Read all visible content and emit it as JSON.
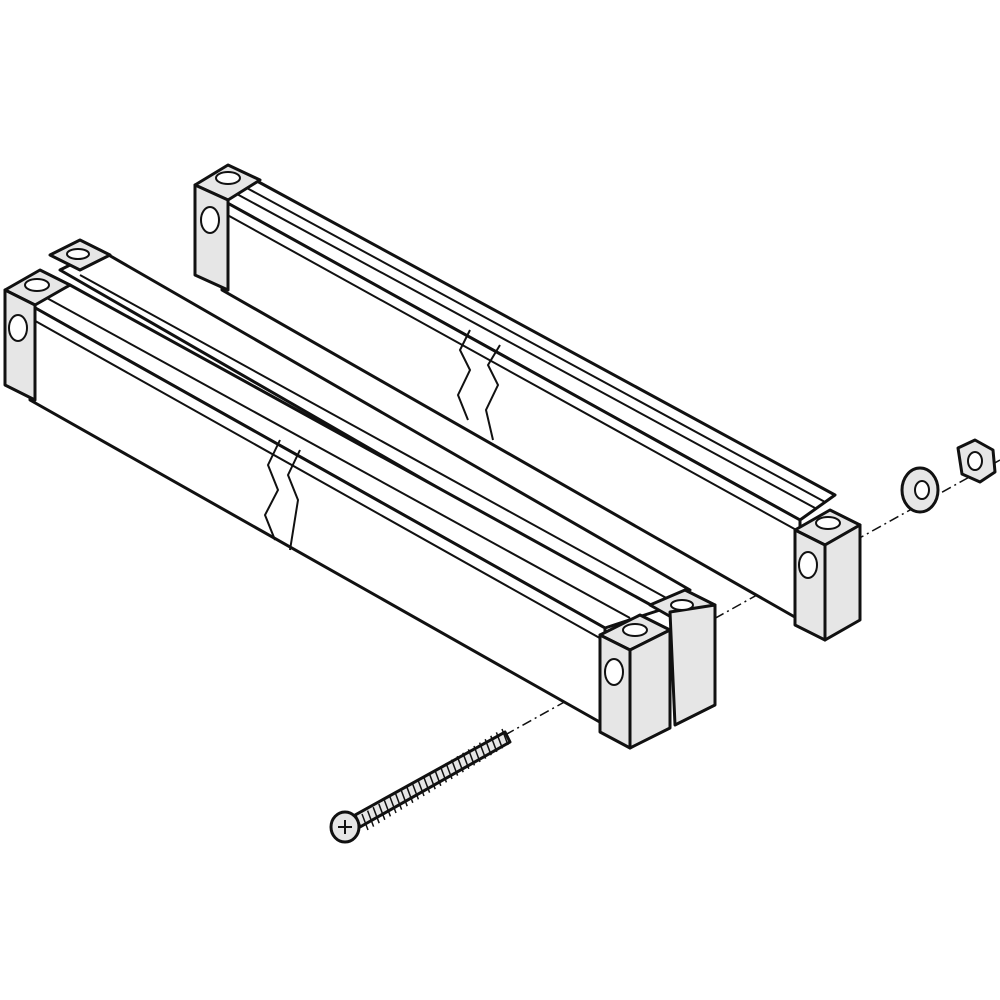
{
  "colors": {
    "line": "#111111",
    "background": "#ffffff",
    "end_cap_fill": "#e6e6e6"
  },
  "parts": [
    "rear-bar-assembly",
    "front-bar-assembly",
    "screw",
    "washer",
    "hex-nut",
    "assembly-axis"
  ]
}
